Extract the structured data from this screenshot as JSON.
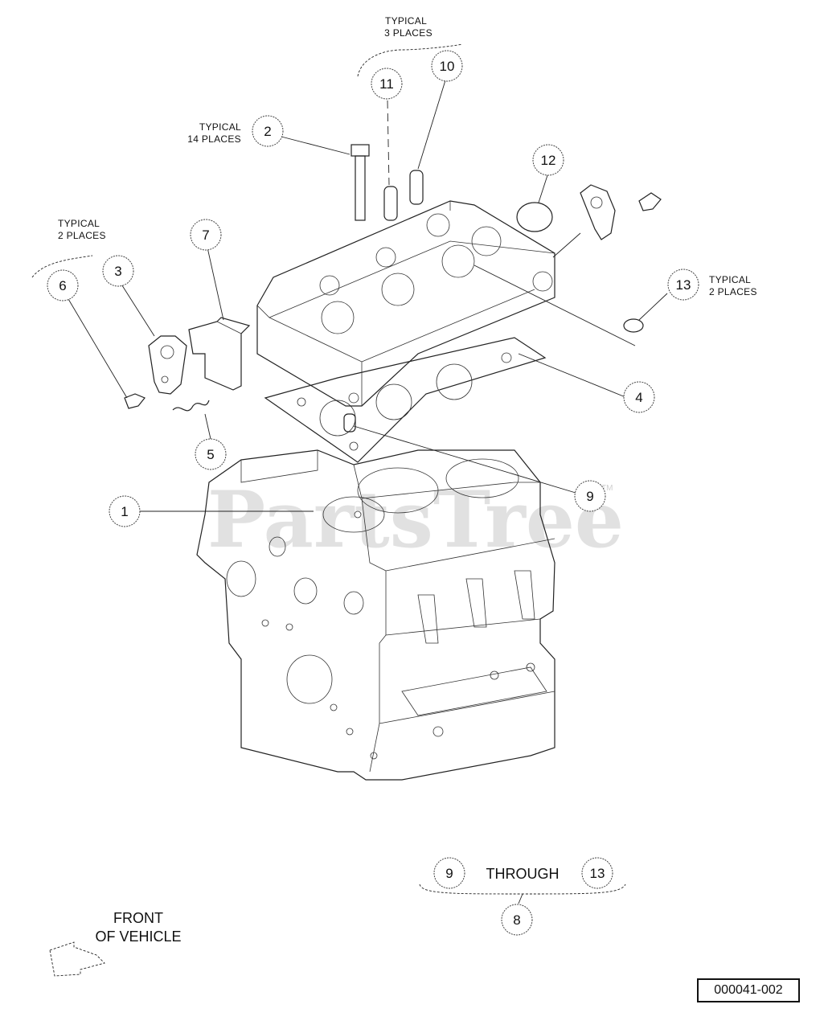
{
  "callouts": {
    "c1": "1",
    "c2": "2",
    "c3": "3",
    "c4": "4",
    "c5": "5",
    "c6": "6",
    "c7": "7",
    "c8": "8",
    "c9a": "9",
    "c9b": "9",
    "c10": "10",
    "c11": "11",
    "c12": "12",
    "c13a": "13",
    "c13b": "13"
  },
  "notes": {
    "typical_3_line1": "TYPICAL",
    "typical_3_line2": "3 PLACES",
    "typical_14_line1": "TYPICAL",
    "typical_14_line2": "14 PLACES",
    "typical_2a_line1": "TYPICAL",
    "typical_2a_line2": "2 PLACES",
    "typical_2b_line1": "TYPICAL",
    "typical_2b_line2": "2 PLACES",
    "through": "THROUGH",
    "front_line1": "FRONT",
    "front_line2": "OF VEHICLE"
  },
  "watermark": {
    "text": "PartsTree",
    "tm": "TM"
  },
  "part_code": "000041-002"
}
